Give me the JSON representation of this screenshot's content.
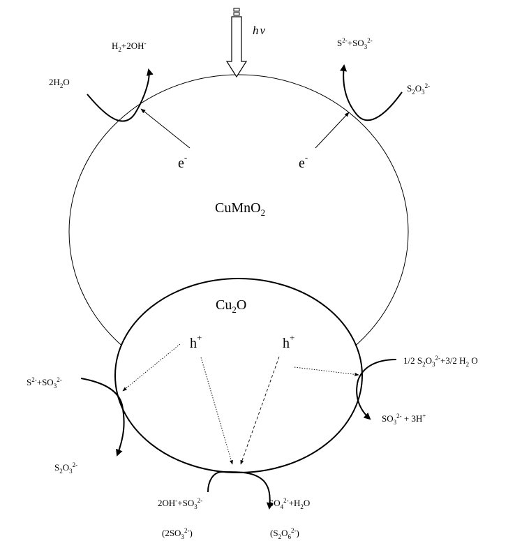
{
  "light": {
    "symbol_h": "h",
    "symbol_nu": "ν"
  },
  "catalysts": {
    "main": {
      "base": "CuMnO",
      "sub": "2"
    },
    "inner": {
      "pre": "Cu",
      "sub": "2",
      "post": "O"
    }
  },
  "carriers": {
    "electron_left": {
      "base": "e",
      "sup": "-"
    },
    "electron_right": {
      "base": "e",
      "sup": "-"
    },
    "hole_left": {
      "base": "h",
      "sup": "+"
    },
    "hole_right": {
      "base": "h",
      "sup": "+"
    }
  },
  "reactions": {
    "water_in": {
      "a": "2H",
      "b": "2",
      "c": "O"
    },
    "h2_out": {
      "a": "H",
      "b": "2",
      "c": "+2OH",
      "d": "-"
    },
    "s2o3_top_in": {
      "a": "S",
      "b": "2",
      "c": "O",
      "d": "3",
      "e": "2-"
    },
    "s2_so3_top_out": {
      "a": "S",
      "b": "2-",
      "c": "+SO",
      "d": "3",
      "e": "2-"
    },
    "s2_so3_left_in": {
      "a": "S",
      "b": "2-",
      "c": "+SO",
      "d": "3",
      "e": "2-"
    },
    "s2o3_left_out": {
      "a": "S",
      "b": "2",
      "c": "O",
      "d": "3",
      "e": "2-"
    },
    "thio_right_in": {
      "a": "1/2 S",
      "b": "2",
      "c": "O",
      "d": "3",
      "e": "2-",
      "f": "+3/2 H",
      "g": "2",
      "h": " O"
    },
    "so3_right_out": {
      "a": "SO",
      "b": "3",
      "c": "2-",
      "d": " + 3H",
      "e": "+"
    },
    "bottom_in": {
      "a": "2OH",
      "b": "-",
      "c": "+SO",
      "d": "3",
      "e": "2-"
    },
    "bottom_out": {
      "a": "SO",
      "b": "4",
      "c": "2-",
      "d": "+H",
      "e": "2",
      "f": "O"
    },
    "bottom_in_alt": {
      "a": "(2SO",
      "b": "3",
      "c": "2-",
      "d": ")"
    },
    "bottom_out_alt": {
      "a": "(S",
      "b": "2",
      "c": "O",
      "d": "6",
      "e": "2-",
      "f": ")"
    }
  }
}
